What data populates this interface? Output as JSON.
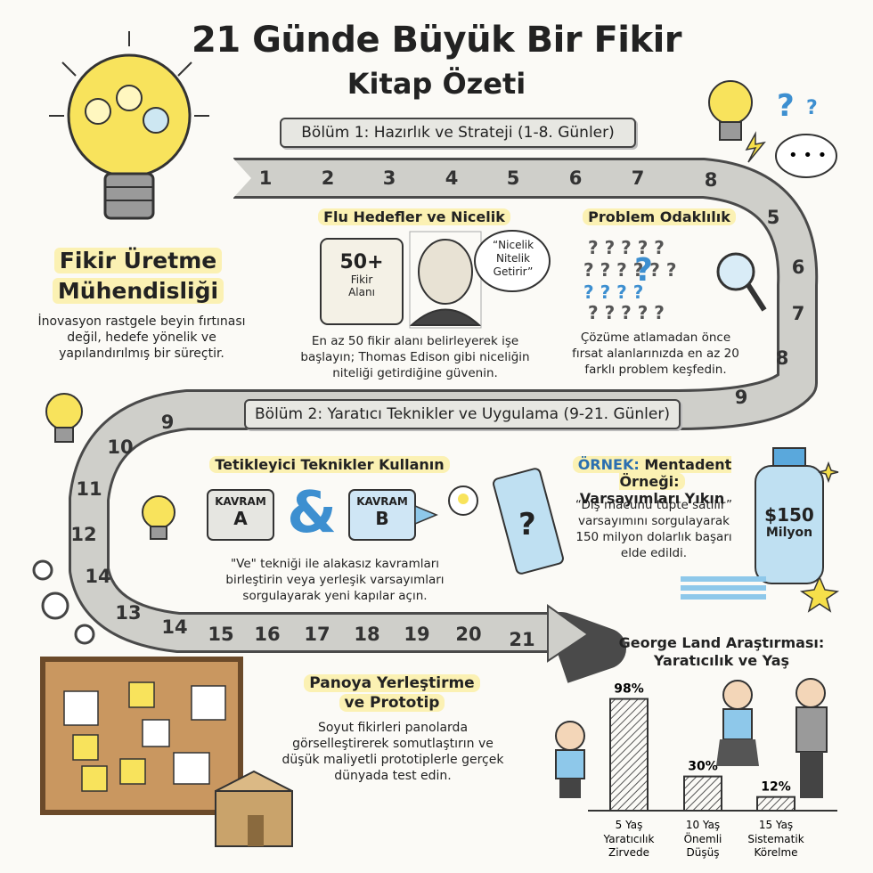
{
  "header": {
    "title": "21 Günde Büyük Bir Fikir",
    "subtitle": "Kitap Özeti"
  },
  "intro": {
    "title_line1": "Fikir Üretme",
    "title_line2": "Mühendisliği",
    "text": "İnovasyon rastgele beyin fırtınası değil, hedefe yönelik ve yapılandırılmış bir süreçtir."
  },
  "section1": {
    "banner": "Bölüm 1: Hazırlık ve Strateji (1-8. Günler)",
    "goals": {
      "title": "Flu Hedefler ve Nicelik",
      "scroll_number": "50+",
      "scroll_label_1": "Fikir",
      "scroll_label_2": "Alanı",
      "quote": "“Nicelik Nitelik Getirir”",
      "text": "En az 50 fikir alanı belirleyerek işe başlayın; Thomas Edison gibi niceliğin niteliği getirdiğine güvenin."
    },
    "problem": {
      "title": "Problem Odaklılık",
      "text": "Çözüme atlamadan önce fırsat alanlarınızda en az 20 farklı problem keşfedin."
    }
  },
  "section2": {
    "banner": "Bölüm 2: Yaratıcı Teknikler ve Uygulama (9-21. Günler)",
    "triggers": {
      "title": "Tetikleyici Teknikler Kullanın",
      "concept_a_top": "KAVRAM",
      "concept_a_bottom": "A",
      "ampersand": "&",
      "concept_b_top": "KAVRAM",
      "concept_b_bottom": "B",
      "text": "\"Ve\" tekniği ile alakasız kavramları birleştirin veya yerleşik varsayımları sorgulayarak yeni kapılar açın."
    },
    "example": {
      "label": "ÖRNEK:",
      "title_rest": "Mentadent Örneği:",
      "title_line2": "Varsayımları Yıkın",
      "text": "“Diş macunu tüpte satılır” varsayımını sorgulayarak 150 milyon dolarlık başarı elde edildi.",
      "bottle_amount": "$150",
      "bottle_unit": "Milyon"
    },
    "board": {
      "title_line1": "Panoya Yerleştirme",
      "title_line2": "ve Prototip",
      "text": "Soyut fikirleri panolarda görselleştirerek somutlaştırın ve düşük maliyetli prototiplerle gerçek dünyada test edin."
    }
  },
  "road": {
    "days_top": [
      "1",
      "2",
      "3",
      "4",
      "5",
      "6",
      "7",
      "8"
    ],
    "days_right": [
      "5",
      "6",
      "7",
      "8",
      "9"
    ],
    "days_upper_left": [
      "9",
      "10"
    ],
    "days_left": [
      "11",
      "12",
      "14",
      "13"
    ],
    "days_bottom": [
      "14",
      "15",
      "16",
      "17",
      "18",
      "19",
      "20",
      "21"
    ]
  },
  "chart_data": {
    "type": "bar",
    "title": "George Land Araştırması:",
    "subtitle": "Yaratıcılık ve Yaş",
    "categories": [
      "5 Yaş",
      "10 Yaş",
      "15 Yaş"
    ],
    "category_notes": [
      [
        "Yaratıcılık",
        "Zirvede"
      ],
      [
        "Önemli",
        "Düşüş"
      ],
      [
        "Sistematik",
        "Körelme"
      ]
    ],
    "values": [
      98,
      30,
      12
    ],
    "value_labels": [
      "98%",
      "30%",
      "12%"
    ],
    "ylim": [
      0,
      100
    ]
  },
  "colors": {
    "highlight": "#fbf1b3",
    "road": "#c9c9c4",
    "blue": "#8ec8ea",
    "yellow": "#f6df4a"
  }
}
